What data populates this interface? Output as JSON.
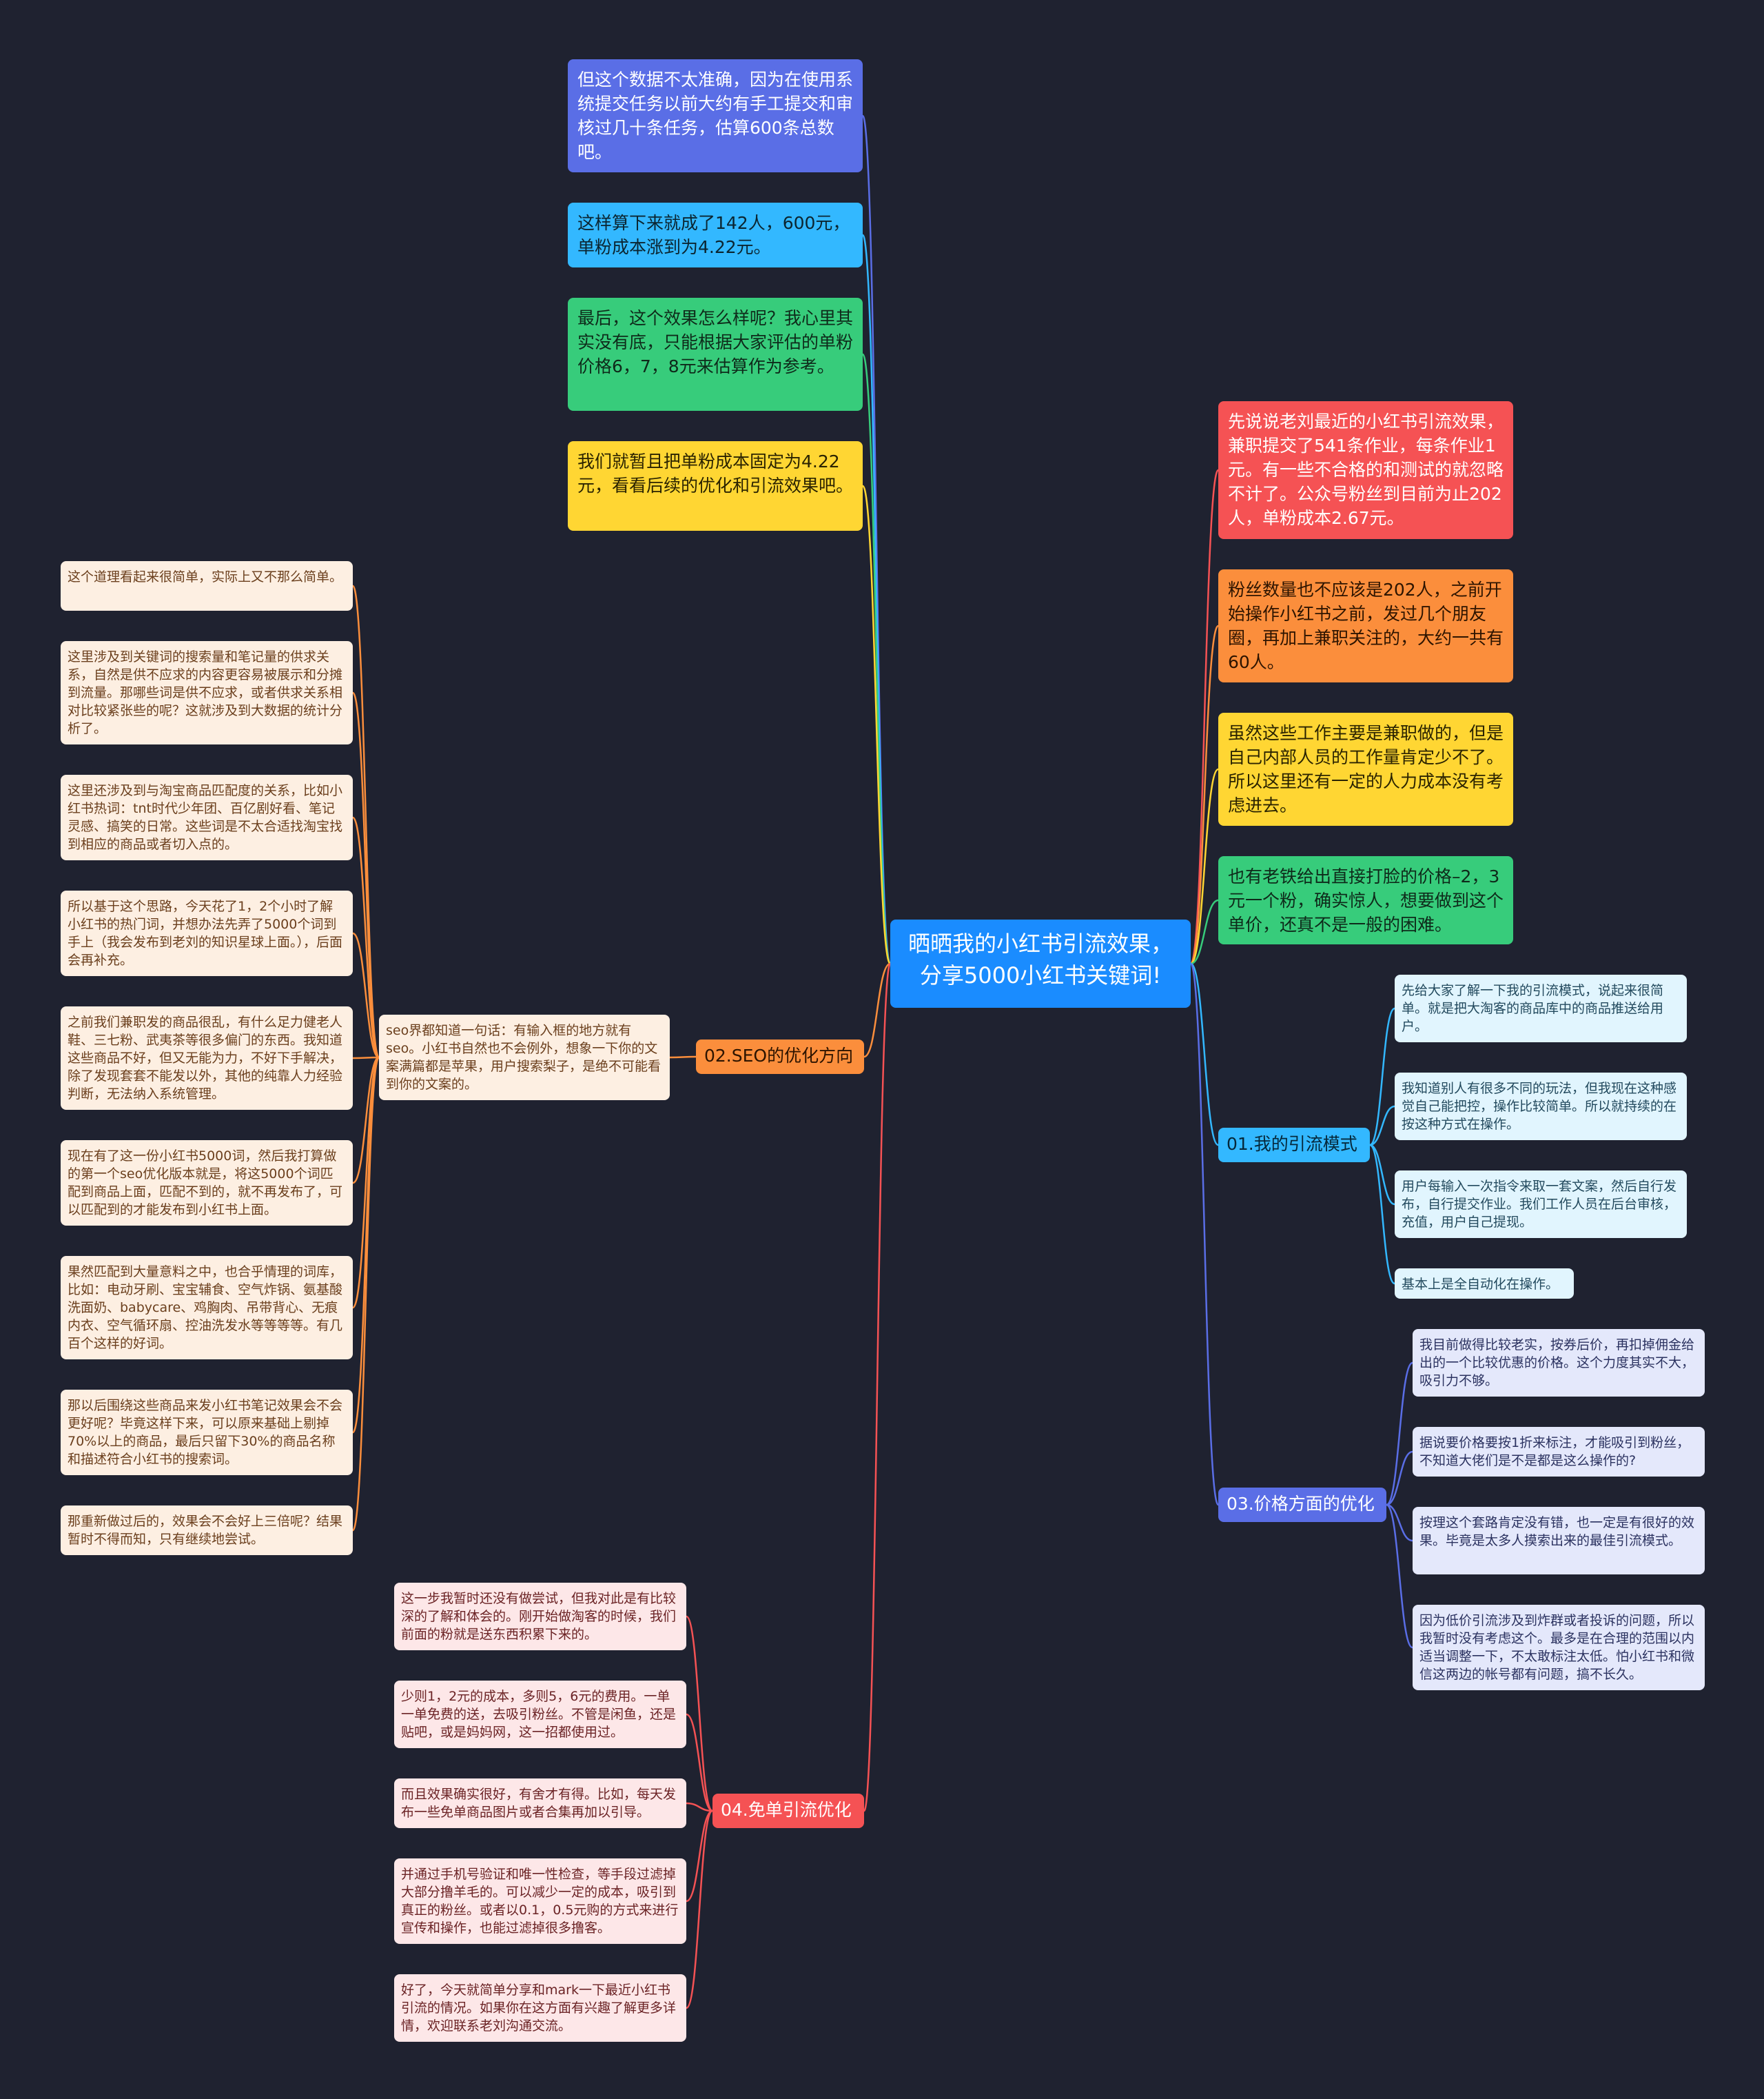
{
  "colors": {
    "background": "#1f2230",
    "center": "#1a8cff",
    "blue_purple": "#5a6ee6",
    "sky": "#33b8ff",
    "green": "#37cc7b",
    "yellow": "#ffd633",
    "red": "#f55254",
    "orange": "#fb8e3c",
    "light_orange": "#fdefe2",
    "light_blue": "#e1f5fe",
    "lavender": "#e4e8fb",
    "pink": "#fde7e8"
  },
  "center": {
    "text": "晒晒我的小红书引流效果，分享5000小红书关键词!"
  },
  "top_notes": [
    {
      "text": "但这个数据不太准确，因为在使用系统提交任务以前大约有手工提交和审核过几十条任务，估算600条总数吧。"
    },
    {
      "text": "这样算下来就成了142人，600元，单粉成本涨到为4.22元。"
    },
    {
      "text": "最后，这个效果怎么样呢？我心里其实没有底，只能根据大家评估的单粉价格6，7，8元来估算作为参考。"
    },
    {
      "text": "我们就暂且把单粉成本固定为4.22元，看看后续的优化和引流效果吧。"
    }
  ],
  "right_notes": [
    {
      "text": "先说说老刘最近的小红书引流效果，兼职提交了541条作业，每条作业1元。有一些不合格的和测试的就忽略不计了。公众号粉丝到目前为止202人，单粉成本2.67元。"
    },
    {
      "text": "粉丝数量也不应该是202人，之前开始操作小红书之前，发过几个朋友圈，再加上兼职关注的，大约一共有60人。"
    },
    {
      "text": "虽然这些工作主要是兼职做的，但是自己内部人员的工作量肯定少不了。所以这里还有一定的人力成本没有考虑进去。"
    },
    {
      "text": "也有老铁给出直接打脸的价格–2，3元一个粉，确实惊人，想要做到这个单价，还真不是一般的困难。"
    }
  ],
  "branch_01": {
    "label": "01.我的引流模式",
    "children": [
      {
        "text": "先给大家了解一下我的引流模式，说起来很简单。就是把大淘客的商品库中的商品推送给用户。"
      },
      {
        "text": "我知道别人有很多不同的玩法，但我现在这种感觉自己能把控，操作比较简单。所以就持续的在按这种方式在操作。"
      },
      {
        "text": "用户每输入一次指令来取一套文案，然后自行发布，自行提交作业。我们工作人员在后台审核，充值，用户自己提现。"
      },
      {
        "text": "基本上是全自动化在操作。"
      }
    ]
  },
  "branch_03": {
    "label": "03.价格方面的优化",
    "children": [
      {
        "text": "我目前做得比较老实，按券后价，再扣掉佣金给出的一个比较优惠的价格。这个力度其实不大，吸引力不够。"
      },
      {
        "text": "据说要价格要按1折来标注，才能吸引到粉丝，不知道大佬们是不是都是这么操作的?"
      },
      {
        "text": "按理这个套路肯定没有错，也一定是有很好的效果。毕竟是太多人摸索出来的最佳引流模式。"
      },
      {
        "text": "因为低价引流涉及到炸群或者投诉的问题，所以我暂时没有考虑这个。最多是在合理的范围以内适当调整一下，不太敢标注太低。怕小红书和微信这两边的帐号都有问题，搞不长久。"
      }
    ]
  },
  "branch_02": {
    "label": "02.SEO的优化方向",
    "intro": {
      "text": "seo界都知道一句话：有输入框的地方就有seo。小红书自然也不会例外，想象一下你的文案满篇都是苹果，用户搜索梨子，是绝不可能看到你的文案的。"
    },
    "children": [
      {
        "text": "这个道理看起来很简单，实际上又不那么简单。"
      },
      {
        "text": "这里涉及到关键词的搜索量和笔记量的供求关系，自然是供不应求的内容更容易被展示和分摊到流量。那哪些词是供不应求，或者供求关系相对比较紧张些的呢？这就涉及到大数据的统计分析了。"
      },
      {
        "text": "这里还涉及到与淘宝商品匹配度的关系，比如小红书热词：tnt时代少年团、百亿剧好看、笔记灵感、搞笑的日常。这些词是不太合适找淘宝找到相应的商品或者切入点的。"
      },
      {
        "text": "所以基于这个思路，今天花了1，2个小时了解小红书的热门词，并想办法先弄了5000个词到手上（我会发布到老刘的知识星球上面。），后面会再补充。"
      },
      {
        "text": "之前我们兼职发的商品很乱，有什么足力健老人鞋、三七粉、武夷茶等很多偏门的东西。我知道这些商品不好，但又无能为力，不好下手解决，除了发现套套不能发以外，其他的纯靠人力经验判断，无法纳入系统管理。"
      },
      {
        "text": "现在有了这一份小红书5000词，然后我打算做的第一个seo优化版本就是，将这5000个词匹配到商品上面，匹配不到的，就不再发布了，可以匹配到的才能发布到小红书上面。"
      },
      {
        "text": "果然匹配到大量意料之中，也合乎情理的词库，比如：电动牙刷、宝宝辅食、空气炸锅、氨基酸洗面奶、babycare、鸡胸肉、吊带背心、无痕内衣、空气循环扇、控油洗发水等等等等。有几百个这样的好词。"
      },
      {
        "text": "那以后围绕这些商品来发小红书笔记效果会不会更好呢？毕竟这样下来，可以原来基础上剔掉70%以上的商品，最后只留下30%的商品名称和描述符合小红书的搜索词。"
      },
      {
        "text": "那重新做过后的，效果会不会好上三倍呢？结果暂时不得而知，只有继续地尝试。"
      }
    ]
  },
  "branch_04": {
    "label": "04.免单引流优化",
    "children": [
      {
        "text": "这一步我暂时还没有做尝试，但我对此是有比较深的了解和体会的。刚开始做淘客的时候，我们前面的粉就是送东西积累下来的。"
      },
      {
        "text": "少则1，2元的成本，多则5，6元的费用。一单一单免费的送，去吸引粉丝。不管是闲鱼，还是贴吧，或是妈妈网，这一招都使用过。"
      },
      {
        "text": "而且效果确实很好，有舍才有得。比如，每天发布一些免单商品图片或者合集再加以引导。"
      },
      {
        "text": "并通过手机号验证和唯一性检查，等手段过滤掉大部分撸羊毛的。可以减少一定的成本，吸引到真正的粉丝。或者以0.1，0.5元购的方式来进行宣传和操作，也能过滤掉很多撸客。"
      },
      {
        "text": "好了，今天就简单分享和mark一下最近小红书引流的情况。如果你在这方面有兴趣了解更多详情，欢迎联系老刘沟通交流。"
      }
    ]
  }
}
